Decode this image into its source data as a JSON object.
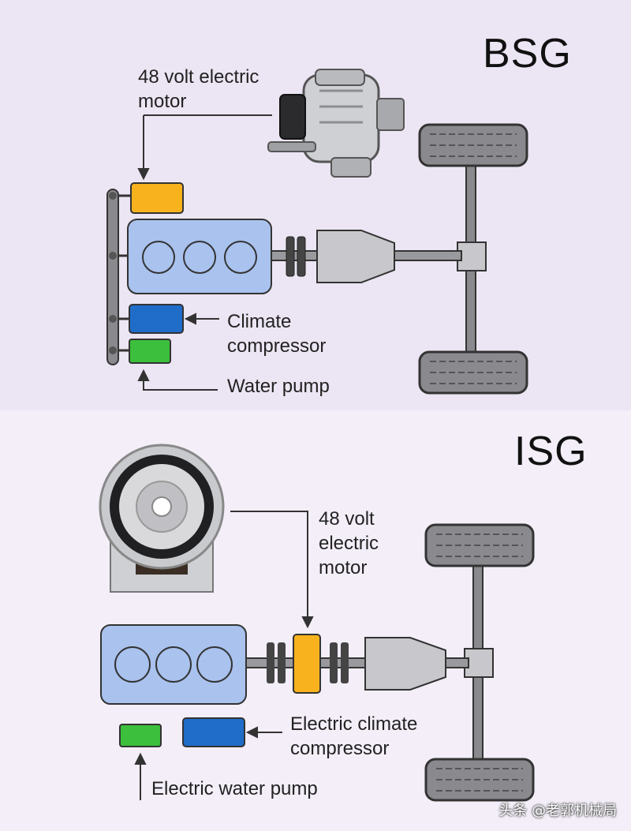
{
  "bsg": {
    "title": "BSG",
    "motor_label": "48 volt electric\nmotor",
    "climate_label": "Climate\ncompressor",
    "pump_label": "Water pump"
  },
  "isg": {
    "title": "ISG",
    "motor_label": "48 volt\nelectric\nmotor",
    "climate_label": "Electric climate\ncompressor",
    "pump_label": "Electric water pump"
  },
  "watermark": "头条 @老郭机械局",
  "colors": {
    "engine": "#a9c2ee",
    "motor_bsg": "#f8b21e",
    "motor_isg": "#f8b21e",
    "compressor": "#1f6cc9",
    "pump": "#3cbf3c",
    "gearbox": "#c8c8cc",
    "tire": "#8a8a8e"
  }
}
